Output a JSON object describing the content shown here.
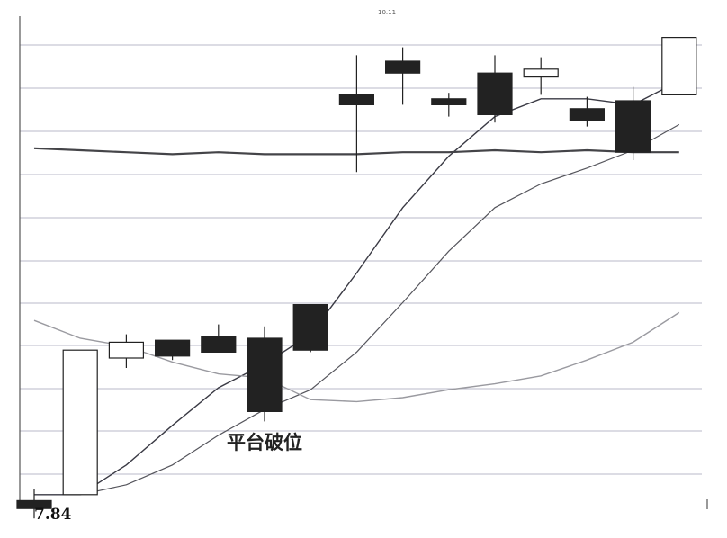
{
  "chart_data": {
    "type": "candlestick",
    "annotation": "平台破位",
    "low_label": "7.84",
    "high_label": "10.11",
    "y_unit": "price",
    "ylim": [
      7.62,
      10.16
    ],
    "grid": true,
    "candles": [
      {
        "open": 7.8,
        "close": 7.76,
        "high": 7.86,
        "low": 7.71
      },
      {
        "open": 7.83,
        "close": 8.56,
        "high": 8.56,
        "low": 7.83
      },
      {
        "open": 8.52,
        "close": 8.6,
        "high": 8.64,
        "low": 8.47
      },
      {
        "open": 8.61,
        "close": 8.53,
        "high": 8.61,
        "low": 8.51
      },
      {
        "open": 8.63,
        "close": 8.55,
        "high": 8.69,
        "low": 8.55
      },
      {
        "open": 8.62,
        "close": 8.25,
        "high": 8.68,
        "low": 8.2
      },
      {
        "open": 8.79,
        "close": 8.56,
        "high": 8.79,
        "low": 8.55
      },
      {
        "open": 9.85,
        "close": 9.8,
        "high": 10.05,
        "low": 9.46
      },
      {
        "open": 10.02,
        "close": 9.96,
        "high": 10.09,
        "low": 9.8
      },
      {
        "open": 9.83,
        "close": 9.8,
        "high": 9.86,
        "low": 9.74
      },
      {
        "open": 9.96,
        "close": 9.75,
        "high": 10.05,
        "low": 9.71
      },
      {
        "open": 9.94,
        "close": 9.98,
        "high": 10.04,
        "low": 9.85
      },
      {
        "open": 9.78,
        "close": 9.72,
        "high": 9.84,
        "low": 9.69
      },
      {
        "open": 9.82,
        "close": 9.56,
        "high": 9.89,
        "low": 9.52
      },
      {
        "open": 9.85,
        "close": 10.14,
        "high": 10.14,
        "low": 9.86
      }
    ],
    "series": [
      {
        "style": "dark",
        "points": [
          [
            0,
            7.83
          ],
          [
            1,
            7.83
          ],
          [
            2,
            7.98
          ],
          [
            3,
            8.18
          ],
          [
            4,
            8.37
          ],
          [
            5,
            8.49
          ],
          [
            6,
            8.64
          ],
          [
            7,
            8.95
          ],
          [
            8,
            9.28
          ],
          [
            9,
            9.54
          ],
          [
            10,
            9.74
          ],
          [
            11,
            9.83
          ],
          [
            12,
            9.83
          ],
          [
            13,
            9.8
          ],
          [
            14,
            9.92
          ]
        ]
      },
      {
        "style": "medium",
        "points": [
          [
            1,
            7.83
          ],
          [
            2,
            7.88
          ],
          [
            3,
            7.98
          ],
          [
            4,
            8.13
          ],
          [
            5,
            8.26
          ],
          [
            6,
            8.36
          ],
          [
            7,
            8.55
          ],
          [
            8,
            8.8
          ],
          [
            9,
            9.06
          ],
          [
            10,
            9.28
          ],
          [
            11,
            9.4
          ],
          [
            12,
            9.48
          ],
          [
            13,
            9.57
          ],
          [
            14,
            9.7
          ]
        ]
      },
      {
        "style": "light",
        "points": [
          [
            0,
            8.71
          ],
          [
            1,
            8.62
          ],
          [
            2,
            8.58
          ],
          [
            3,
            8.5
          ],
          [
            4,
            8.44
          ],
          [
            5,
            8.42
          ],
          [
            6,
            8.31
          ],
          [
            7,
            8.3
          ],
          [
            8,
            8.32
          ],
          [
            9,
            8.36
          ],
          [
            10,
            8.39
          ],
          [
            11,
            8.43
          ],
          [
            12,
            8.51
          ],
          [
            13,
            8.6
          ],
          [
            14,
            8.75
          ]
        ]
      },
      {
        "style": "flat",
        "points": [
          [
            0,
            9.58
          ],
          [
            1,
            9.57
          ],
          [
            2,
            9.56
          ],
          [
            3,
            9.55
          ],
          [
            4,
            9.56
          ],
          [
            5,
            9.55
          ],
          [
            6,
            9.55
          ],
          [
            7,
            9.55
          ],
          [
            8,
            9.56
          ],
          [
            9,
            9.56
          ],
          [
            10,
            9.57
          ],
          [
            11,
            9.56
          ],
          [
            12,
            9.57
          ],
          [
            13,
            9.56
          ],
          [
            14,
            9.56
          ]
        ]
      }
    ]
  },
  "colors": {
    "background": "#ffffff",
    "grid": "#b9b9c8",
    "axis": "#555555",
    "candle_up_fill": "#ffffff",
    "candle_down_fill": "#222222",
    "candle_outline": "#222222",
    "line_dark": "#3a3a44",
    "line_medium": "#55555c",
    "line_light": "#9a9aa0",
    "line_flat": "#444448"
  }
}
